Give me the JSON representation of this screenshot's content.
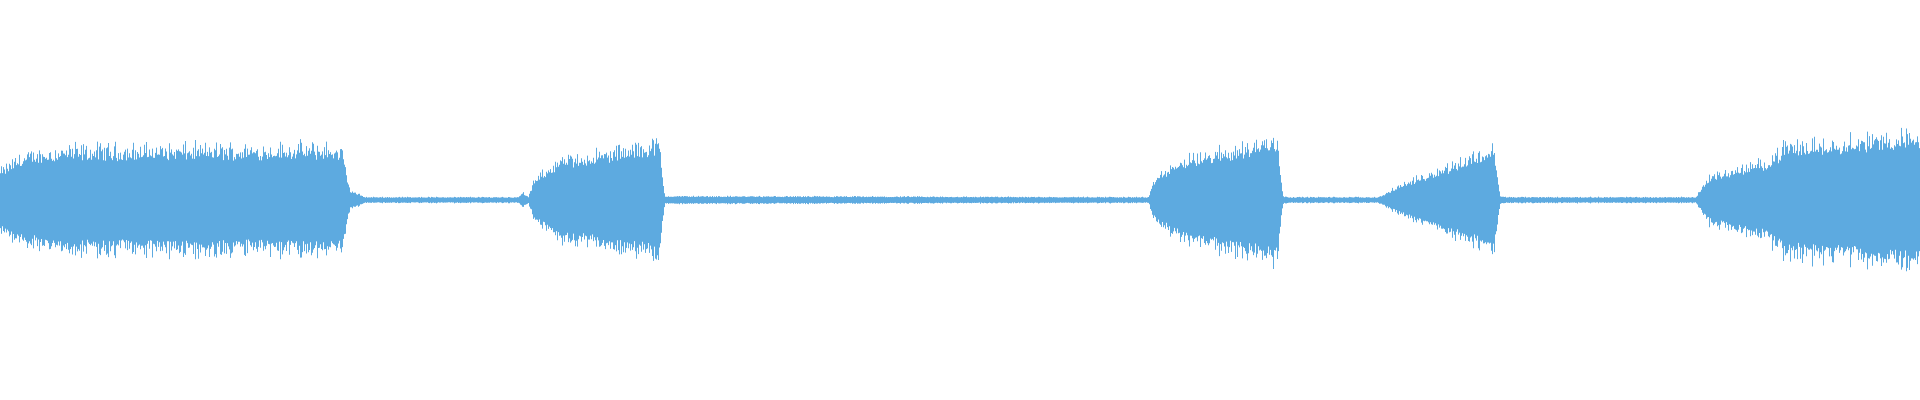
{
  "chart_data": {
    "type": "area",
    "title": "",
    "xlabel": "",
    "ylabel": "",
    "xlim": [
      0,
      1
    ],
    "ylim": [
      -1,
      1
    ],
    "grid": false,
    "legend": "none",
    "color": "#5DAAE0",
    "envelope": {
      "time": [
        0,
        0.01,
        0.03,
        0.17,
        0.178,
        0.182,
        0.19,
        0.27,
        0.272,
        0.275,
        0.278,
        0.29,
        0.33,
        0.343,
        0.346,
        0.598,
        0.602,
        0.615,
        0.665,
        0.668,
        0.672,
        0.718,
        0.73,
        0.77,
        0.778,
        0.781,
        0.785,
        0.883,
        0.89,
        0.92,
        0.93,
        1.0
      ],
      "amplitude": [
        0.15,
        0.22,
        0.26,
        0.27,
        0.25,
        0.05,
        0.015,
        0.015,
        0.04,
        0.015,
        0.1,
        0.2,
        0.27,
        0.3,
        0.02,
        0.015,
        0.12,
        0.2,
        0.32,
        0.02,
        0.015,
        0.015,
        0.08,
        0.24,
        0.27,
        0.02,
        0.015,
        0.015,
        0.12,
        0.2,
        0.28,
        0.34
      ]
    }
  }
}
